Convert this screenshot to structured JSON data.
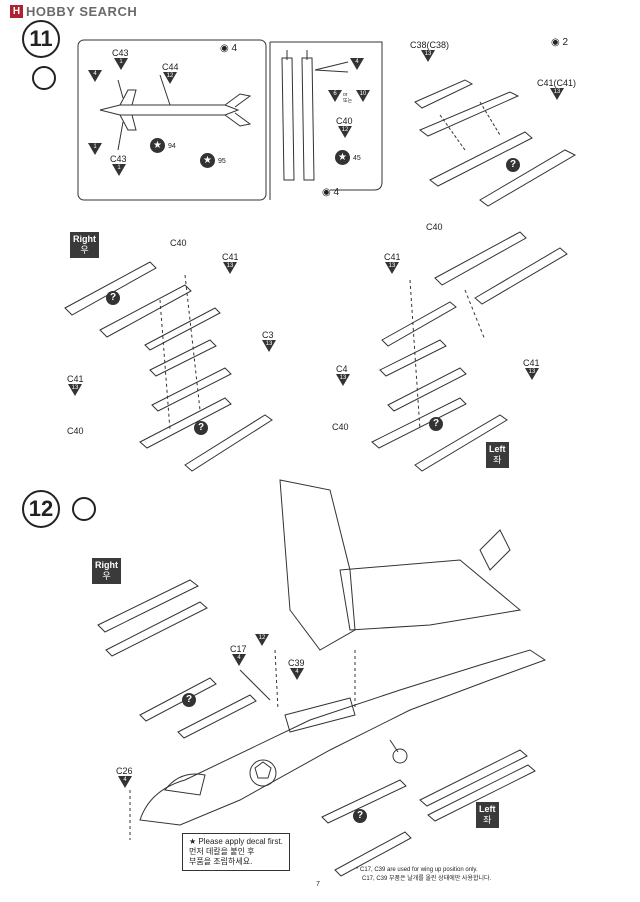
{
  "header": {
    "brand": "HOBBY SEARCH",
    "logo_letter": "H"
  },
  "step11": {
    "number": "11",
    "box1": {
      "pd_count": "4",
      "parts": {
        "c43_top": "C43",
        "c43_top_tri": "1",
        "c44": "C44",
        "c44_tri": "12",
        "c43_bot": "C43",
        "c43_bot_tri": "1",
        "side_tri_top": "4",
        "side_tri_bot": "1"
      },
      "decal_a": "94",
      "decal_b": "95"
    },
    "box2": {
      "pd_count": "4",
      "parts": {
        "tri_right": "4",
        "tri_a": "6",
        "or_text": "or\n또는",
        "tri_b": "10",
        "c40": "C40",
        "c40_tri": "12"
      },
      "decal": "45"
    },
    "top_right": {
      "pd_count": "2",
      "c38": "C38(C38)",
      "c38_tri": "13",
      "c41": "C41(C41)",
      "c41_tri": "13"
    },
    "right_group": {
      "title": "Right",
      "title_ko": "우",
      "c40": "C40",
      "c41": "C41",
      "c41_tri": "13",
      "c3": "C3",
      "c3_tri": "13",
      "c41_b": "C41",
      "c41_b_tri": "13",
      "c40_b": "C40"
    },
    "left_group": {
      "title": "Left",
      "title_ko": "좌",
      "c40": "C40",
      "c41": "C41",
      "c41_tri": "13",
      "c4": "C4",
      "c4_tri": "13",
      "c41_b": "C41",
      "c41_b_tri": "13",
      "c40_b": "C40"
    }
  },
  "step12": {
    "number": "12",
    "right_badge": {
      "en": "Right",
      "ko": "우"
    },
    "left_badge": {
      "en": "Left",
      "ko": "좌"
    },
    "c17": "C17",
    "c17_tri": "4",
    "c39": "C39",
    "c39_tri": "4",
    "top_tri": "12",
    "c26": "C26",
    "c26_tri": "4",
    "note_line1": "Please apply decal first.",
    "note_line2": "먼저 데칼을 붙인 후",
    "note_line3": "부품을 조립하세요.",
    "footnote1": "* C17, C39 are used for wing up position only.",
    "footnote2": "C17, C39 부품은 날개를 올린 상태에만 사용합니다."
  },
  "page_number": "7"
}
